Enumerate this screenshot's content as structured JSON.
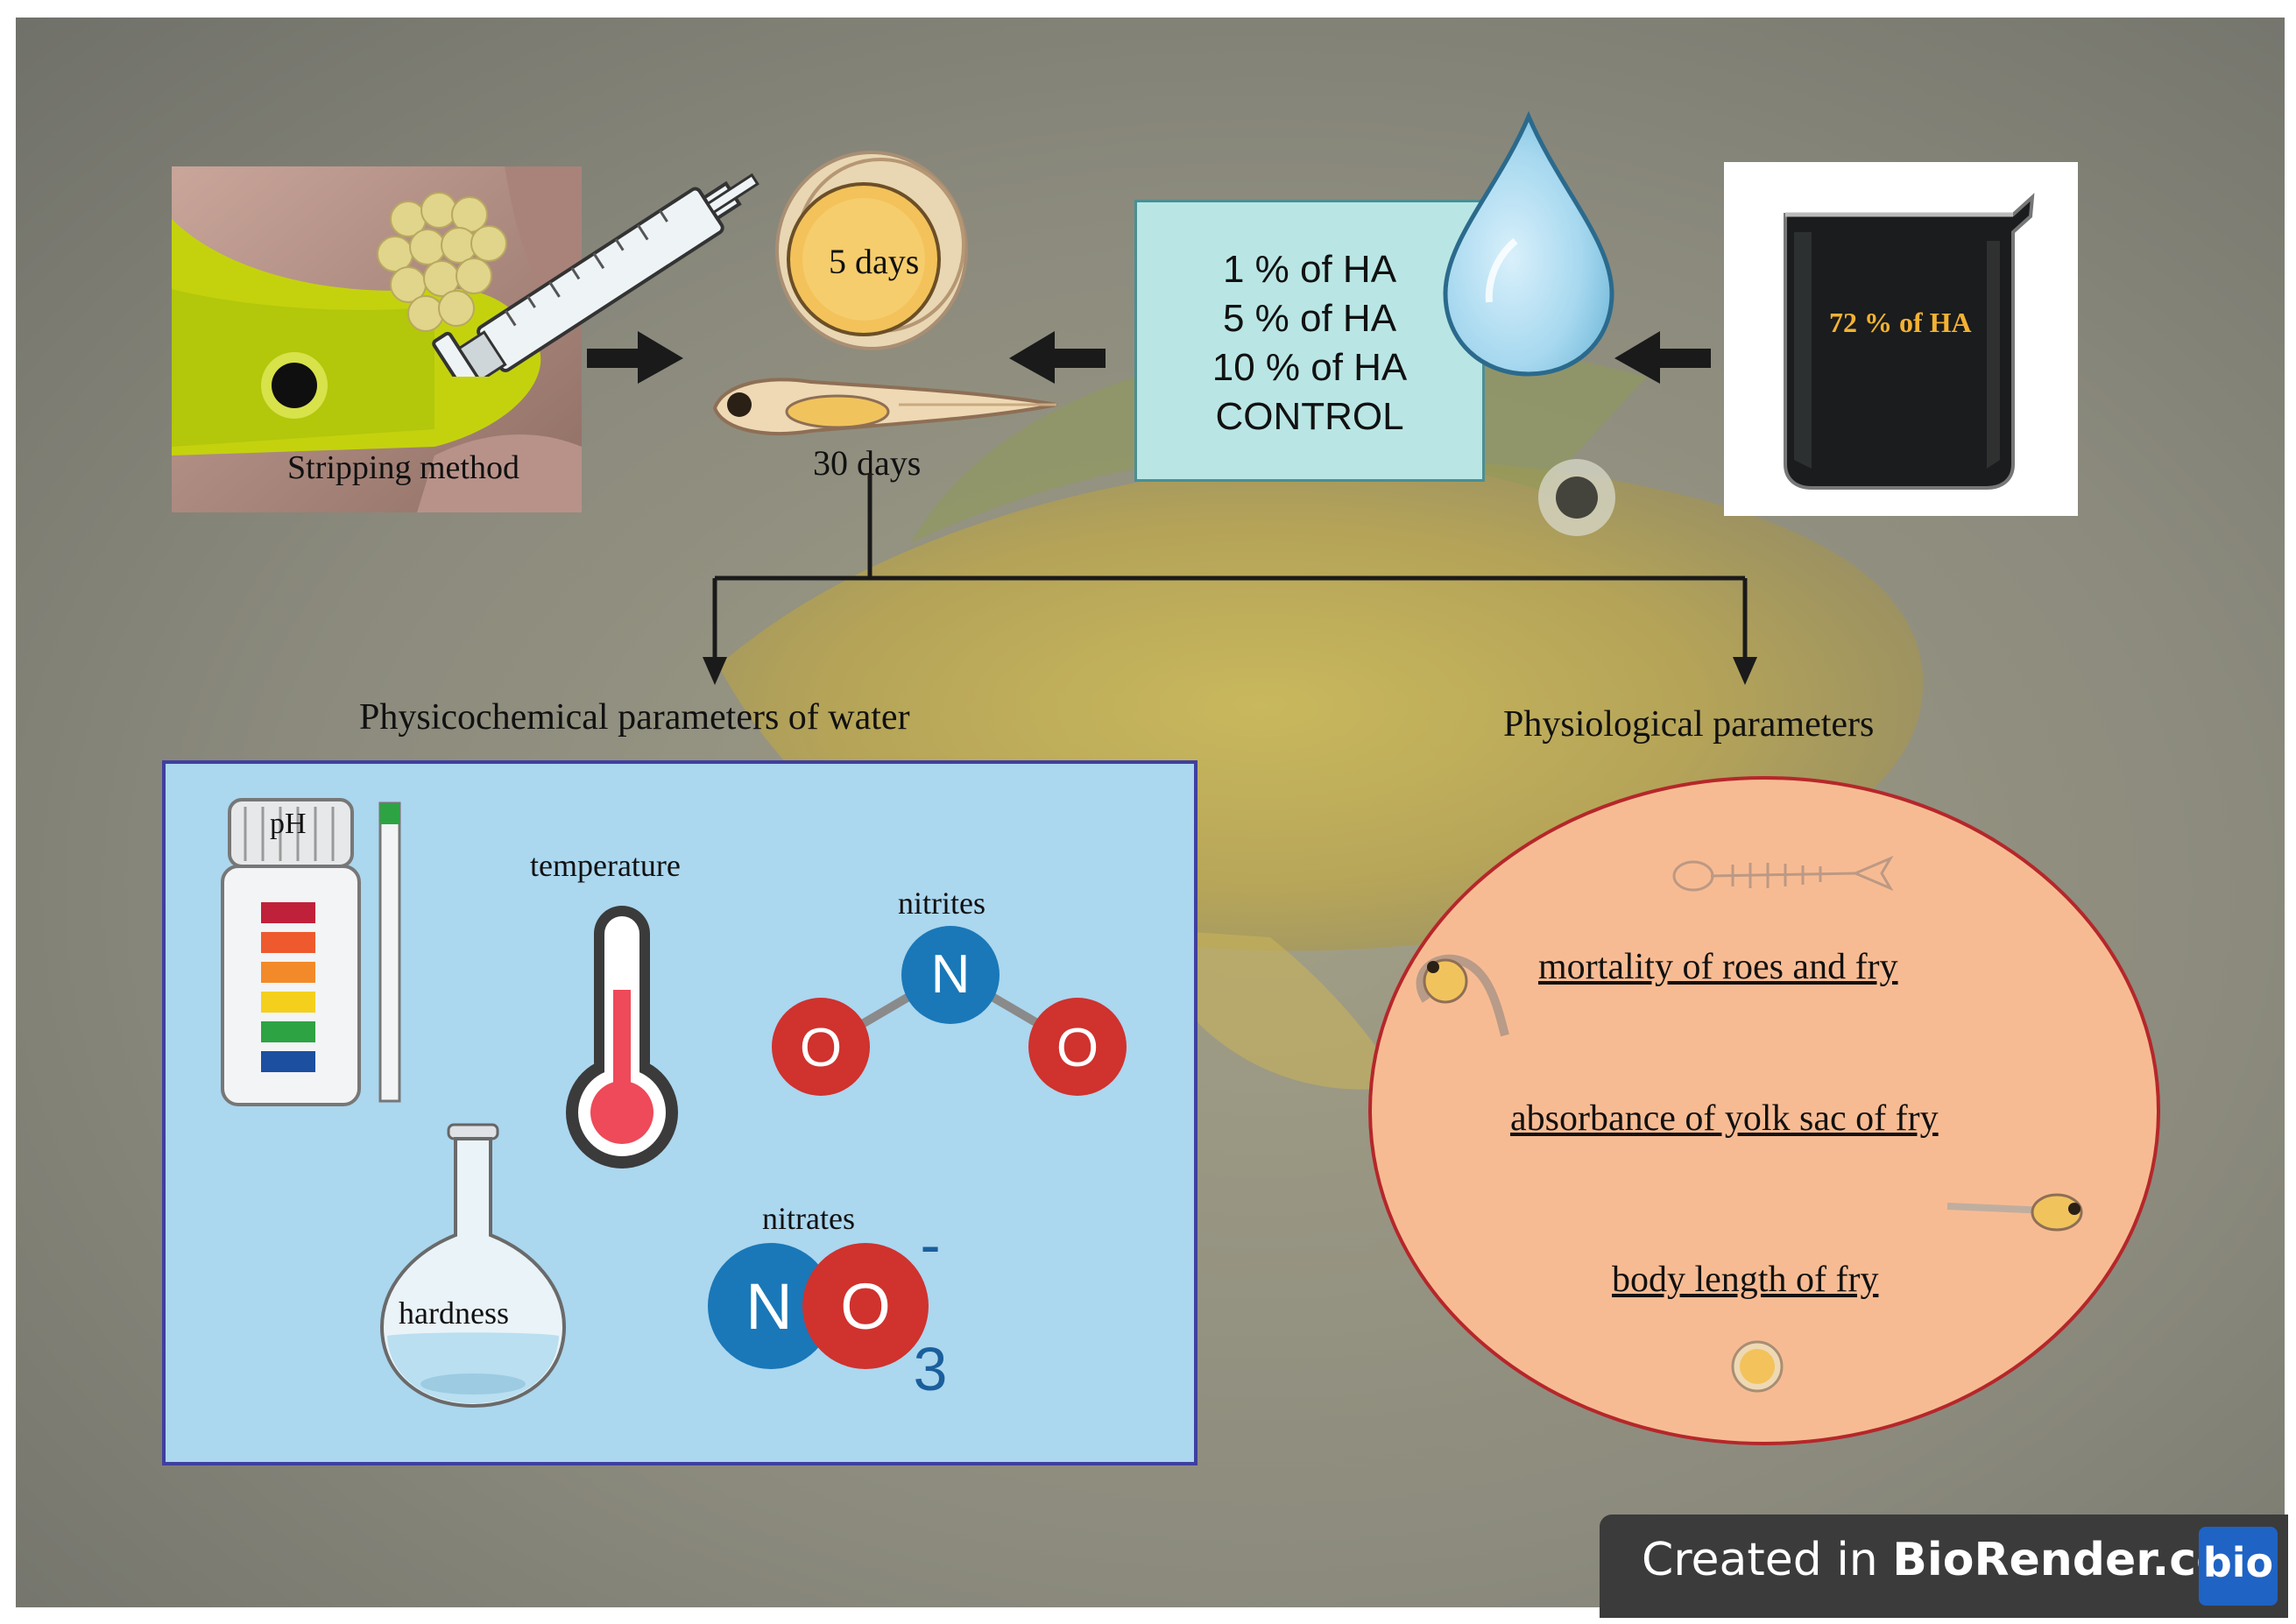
{
  "photo": {
    "caption": "Stripping method"
  },
  "stages": {
    "egg_label": "5 days",
    "larva_label": "30 days"
  },
  "conditions": {
    "lines": [
      "1 % of HA",
      "5 % of HA",
      "10 % of HA",
      "CONTROL"
    ]
  },
  "beaker": {
    "label": "72 % of HA"
  },
  "branches": {
    "left_title": "Physicochemical parameters of water",
    "right_title": "Physiological parameters"
  },
  "water_params": {
    "ph": "pH",
    "temperature": "temperature",
    "nitrites": "nitrites",
    "nitrates": "nitrates",
    "hardness": "hardness",
    "nitrite_atoms": [
      "N",
      "O",
      "O"
    ],
    "nitrate_atoms": [
      "N",
      "O"
    ],
    "nitrate_charge": "-",
    "nitrate_subscript": "3"
  },
  "physio_params": {
    "items": [
      "mortality of roes and fry",
      "absorbance of yolk sac of fry",
      "body length of fry"
    ]
  },
  "footer": {
    "prefix": "Created in ",
    "brand": "BioRender.com",
    "badge": "bio"
  },
  "colors": {
    "background": "#8a8a80",
    "condition_box": "#b9e6e4",
    "water_box": "#abd7ef",
    "water_border": "#3f3fa0",
    "physio_ellipse": "#f7bb93",
    "physio_border": "#b5272a",
    "footer": "#3b3b3b",
    "badge": "#1f63c4",
    "beaker_label": "#f3b233",
    "nitrogen": "#1a78b8",
    "oxygen": "#d0322e"
  }
}
